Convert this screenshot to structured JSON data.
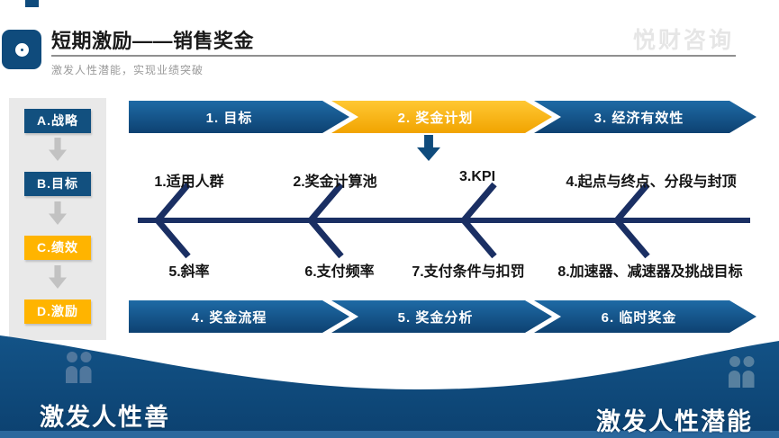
{
  "slide": {
    "header": {
      "title": "短期激励——销售奖金",
      "subtitle": "激发人性潜能，实现业绩突破",
      "watermark": "悦财咨询"
    },
    "sidebar": {
      "items": [
        {
          "label": "A.战略"
        },
        {
          "label": "B.目标"
        },
        {
          "label": "C.绩效"
        },
        {
          "label": "D.激励"
        }
      ]
    },
    "top_steps": [
      {
        "label": "1. 目标"
      },
      {
        "label": "2. 奖金计划"
      },
      {
        "label": "3. 经济有效性"
      }
    ],
    "fishbone": {
      "top_labels": [
        "1.适用人群",
        "2.奖金计算池",
        "3.KPI",
        "4.起点与终点、分段与封顶"
      ],
      "bottom_labels": [
        "5.斜率",
        "6.支付频率",
        "7.支付条件与扣罚",
        "8.加速器、减速器及挑战目标"
      ]
    },
    "bottom_steps": [
      {
        "label": "4. 奖金流程"
      },
      {
        "label": "5. 奖金分析"
      },
      {
        "label": "6. 临时奖金"
      }
    ],
    "footer": {
      "left_text": "激发人性善",
      "right_text": "激发人性潜能"
    },
    "colors": {
      "navy": "#0F4B7C",
      "gold": "#FFB400",
      "fishbone_navy": "#1A2F63",
      "footer_blue": "#0E4B7E",
      "footer_strip": "#2B689D",
      "watermark_gray": "#E6E6E6"
    }
  }
}
